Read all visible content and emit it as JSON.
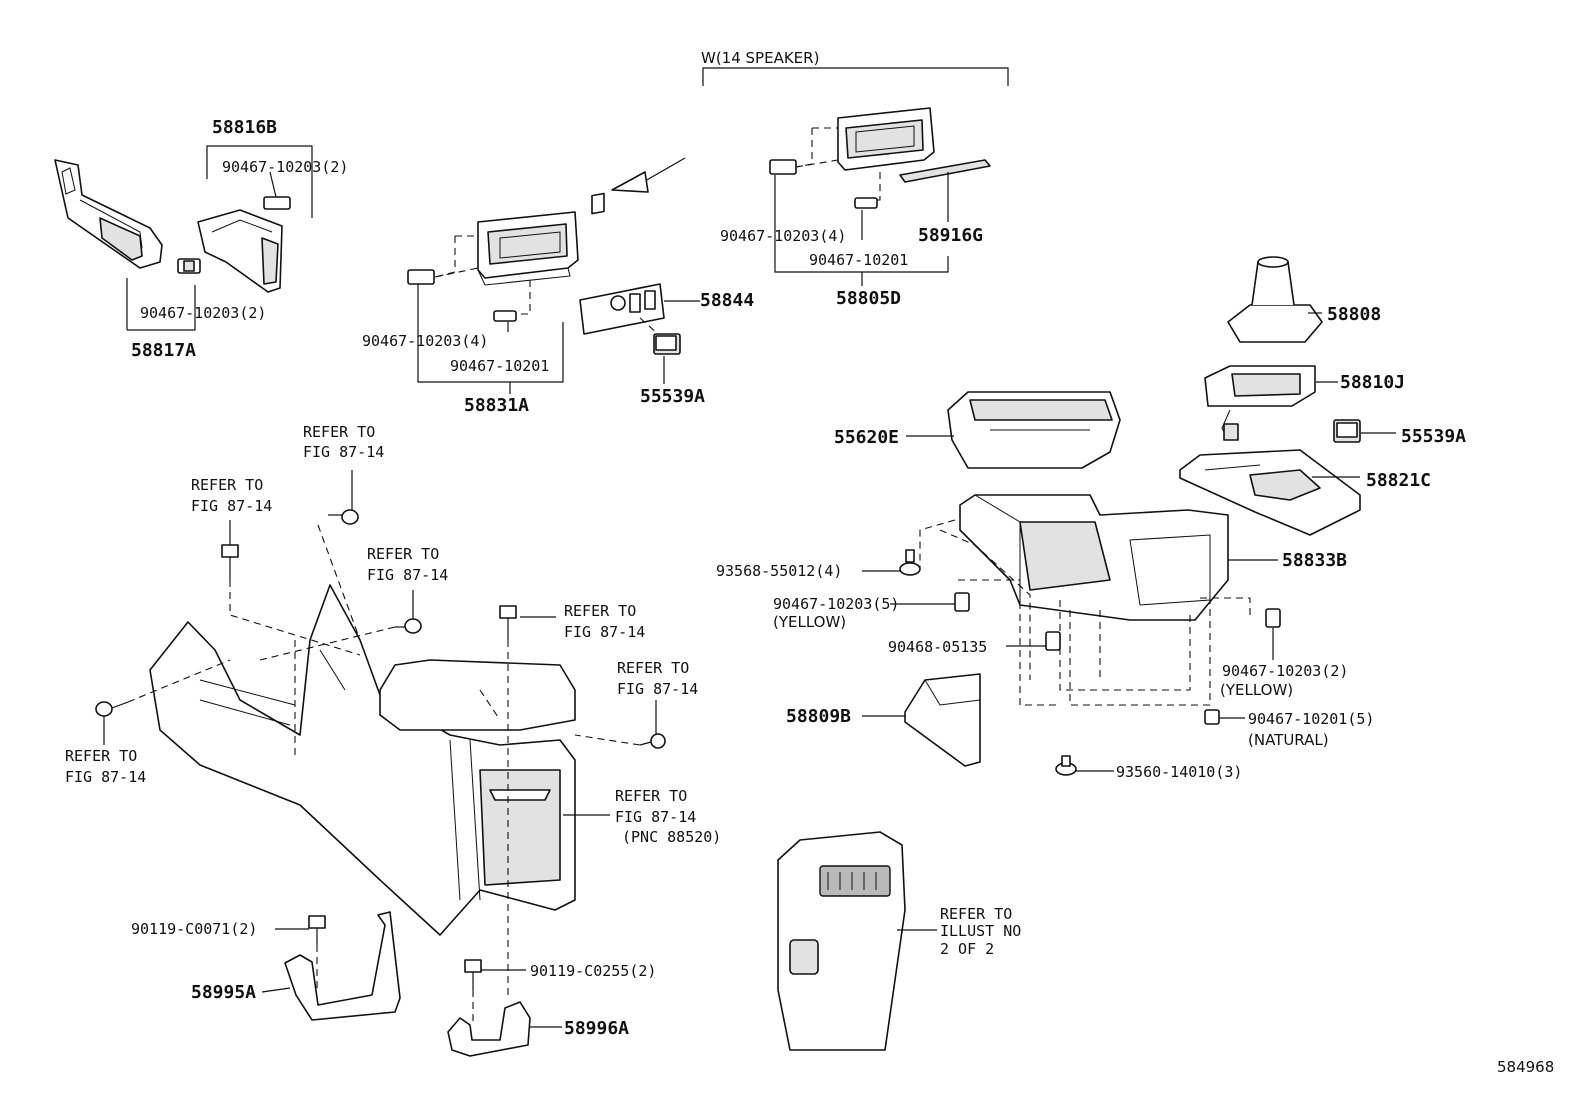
{
  "variant_header": "W(14 SPEAKER)",
  "footer_code": "584968",
  "labels": {
    "p58816B": "58816B",
    "p58816B_clip": "90467-10203(2)",
    "p58817A_clip": "90467-10203(2)",
    "p58817A": "58817A",
    "p58831A_clip4": "90467-10203(4)",
    "p58831A_clip": "90467-10201",
    "p58831A": "58831A",
    "p58844": "58844",
    "p55539A_1": "55539A",
    "p58805D_clip4": "90467-10203(4)",
    "p58805D_clip": "90467-10201",
    "p58805D": "58805D",
    "p58916G": "58916G",
    "p58808": "58808",
    "p58810J": "58810J",
    "p55620E": "55620E",
    "p55539A_2": "55539A",
    "p58821C": "58821C",
    "p58833B": "58833B",
    "p93568": "93568-55012(4)",
    "p90467_5": "90467-10203(5)",
    "p90467_5_color": "(YELLOW)",
    "p90468": "90468-05135",
    "p90467_2": "90467-10203(2)",
    "p90467_2_color": "(YELLOW)",
    "p90467_10201_5": "90467-10201(5)",
    "p90467_10201_5_color": "(NATURAL)",
    "p93560": "93560-14010(3)",
    "p58809B": "58809B",
    "p90119_c0071": "90119-C0071(2)",
    "p58995A": "58995A",
    "p90119_c0255": "90119-C0255(2)",
    "p58996A": "58996A"
  },
  "refer": {
    "refer_to": "REFER TO",
    "fig": "FIG 87-14",
    "pnc": "(PNC 88520)",
    "illust": "ILLUST NO",
    "of": "2 OF 2"
  }
}
